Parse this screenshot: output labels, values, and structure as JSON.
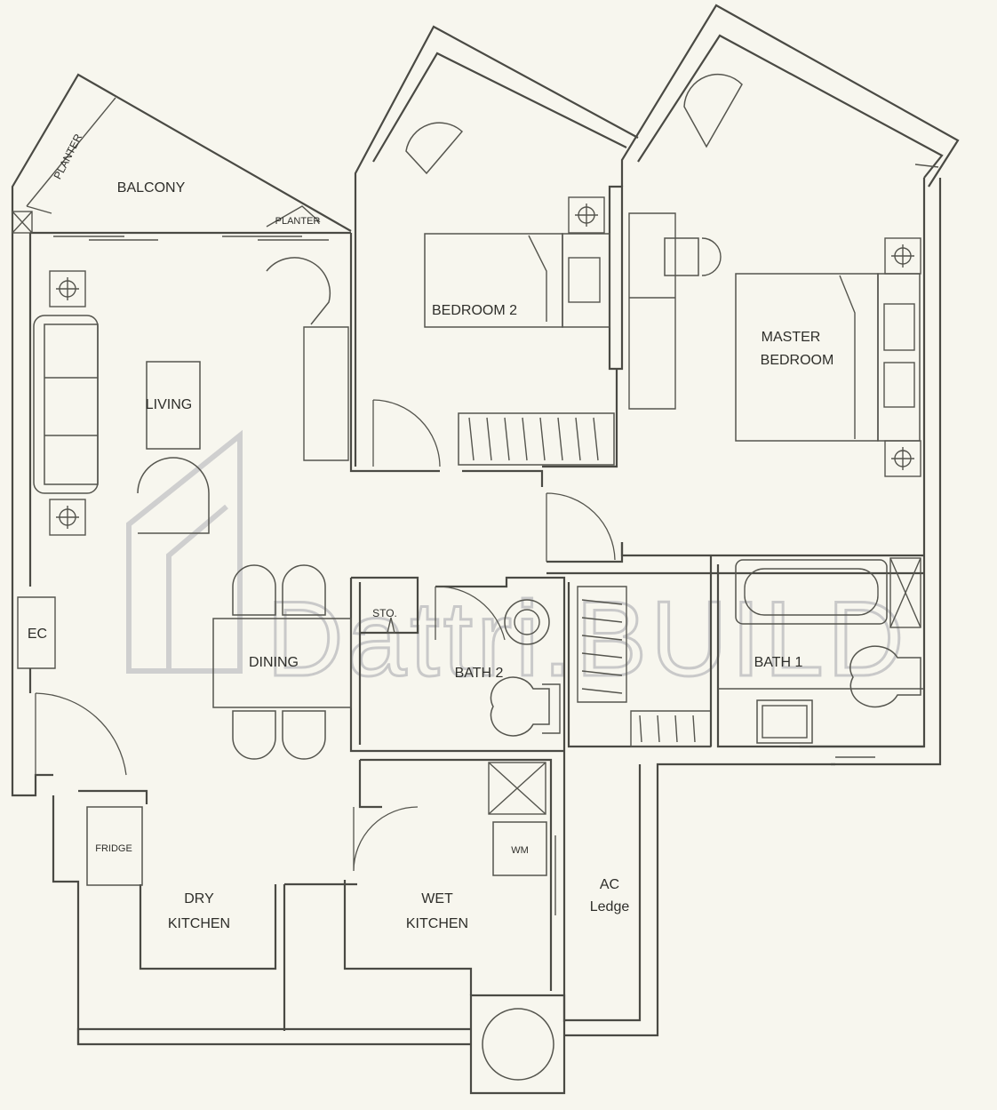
{
  "rooms": {
    "balcony": "BALCONY",
    "planter_left": "PLANTER",
    "planter_right": "PLANTER",
    "living": "LIVING",
    "bedroom2": "BEDROOM 2",
    "master_line1": "MASTER",
    "master_line2": "BEDROOM",
    "bath1": "BATH 1",
    "bath2": "BATH 2",
    "store": "STO.",
    "ec": "EC",
    "dining": "DINING",
    "fridge": "FRIDGE",
    "wm": "WM",
    "dry_kitchen_line1": "DRY",
    "dry_kitchen_line2": "KITCHEN",
    "wet_kitchen_line1": "WET",
    "wet_kitchen_line2": "KITCHEN",
    "ac_ledge_line1": "AC",
    "ac_ledge_line2": "Ledge"
  },
  "watermark": {
    "text": "Dattri.BUILD"
  }
}
